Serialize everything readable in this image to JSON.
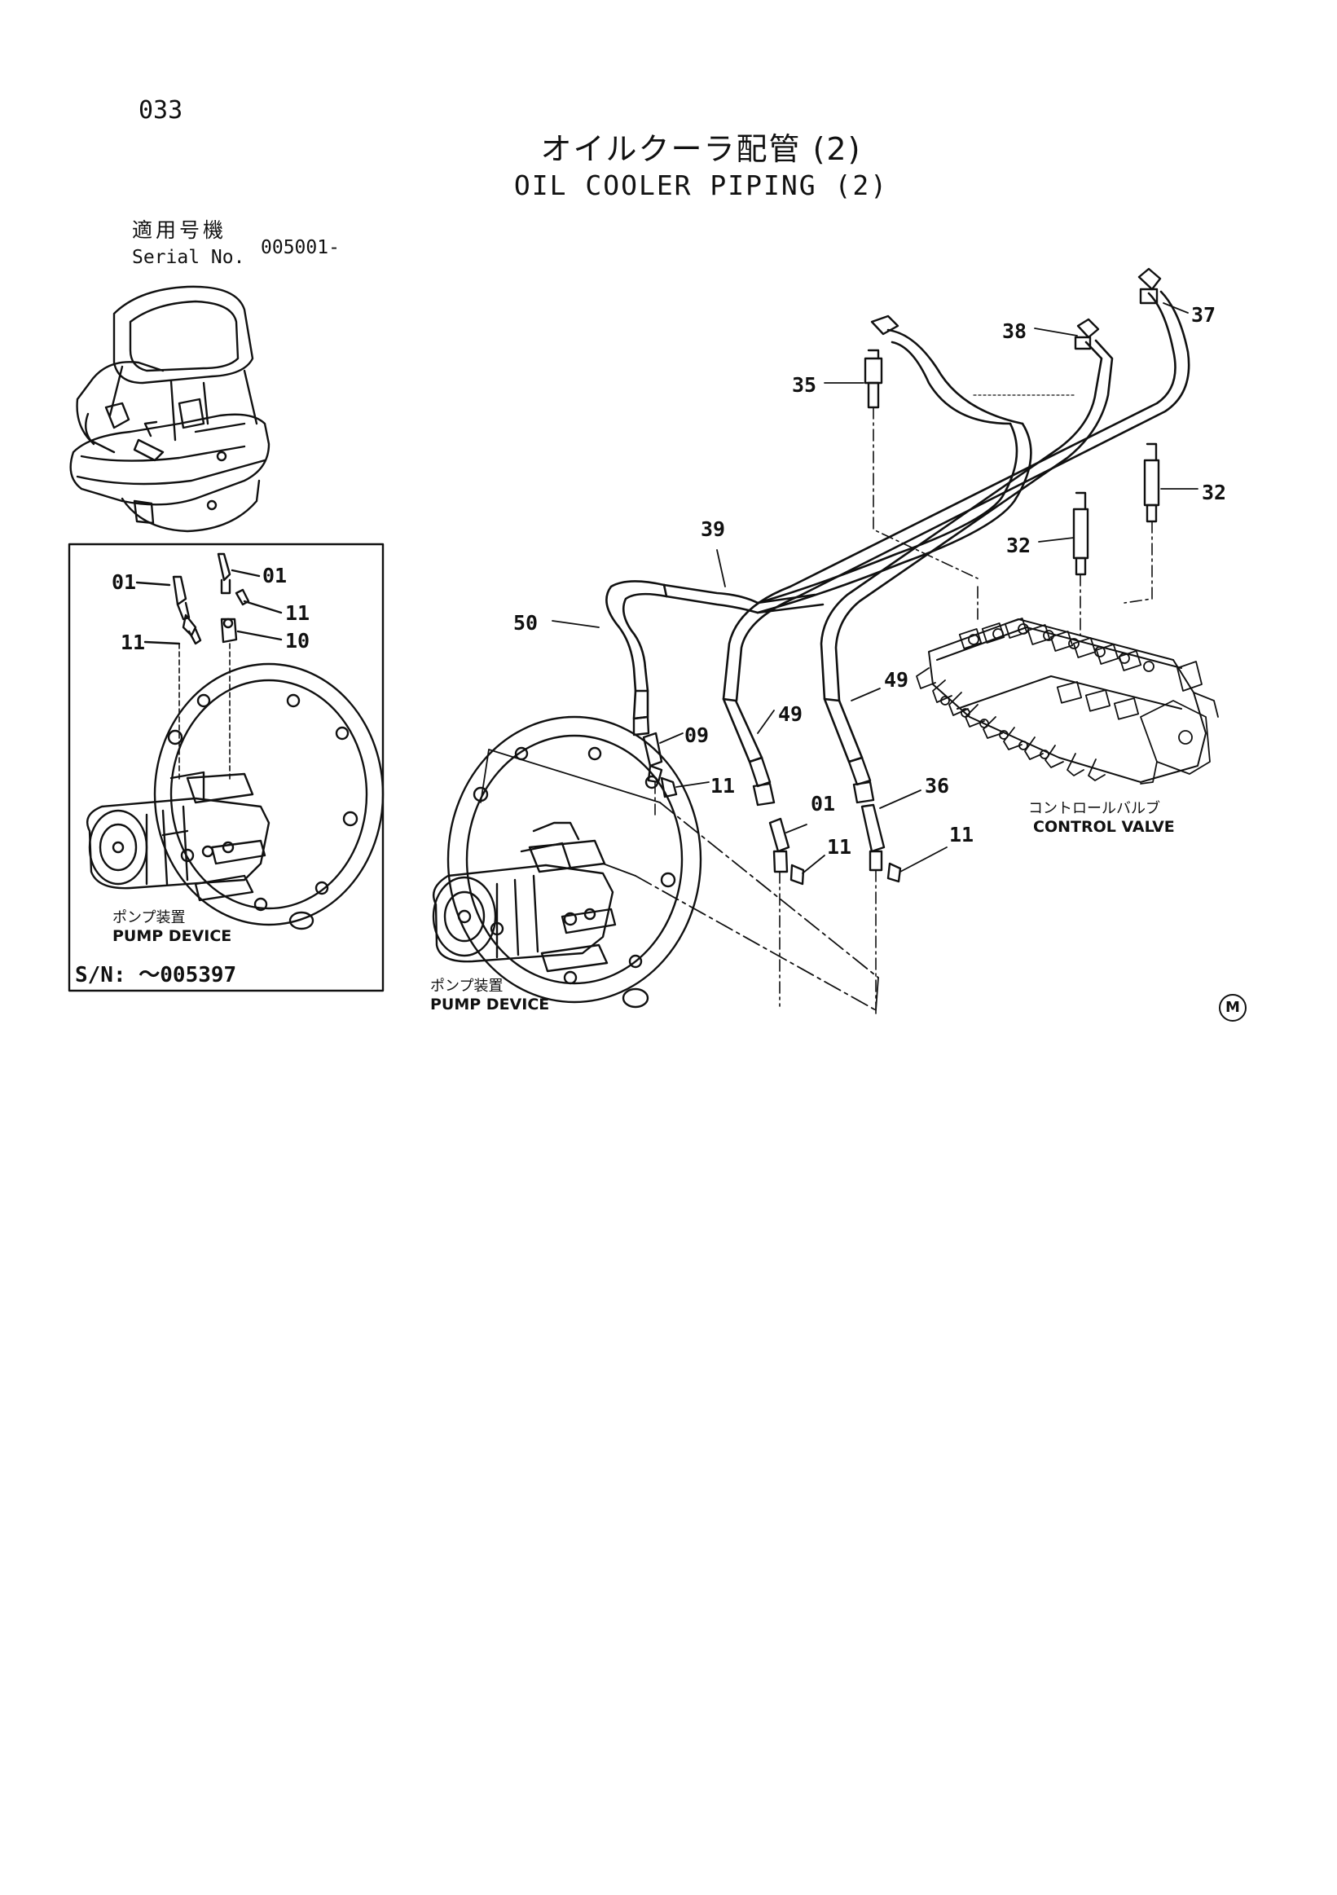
{
  "header": {
    "page_number": "033",
    "title_jp": "オイルクーラ配管 (2)",
    "title_en": "OIL COOLER PIPING (2)"
  },
  "serial": {
    "label_jp": "適用号機",
    "label_en": "Serial No.",
    "value": "005001-"
  },
  "inset": {
    "serial_range": "S/N: ～005397",
    "pump_caption_jp": "ポンプ装置",
    "pump_caption_en": "PUMP DEVICE",
    "callouts": [
      "01",
      "01",
      "11",
      "11",
      "10"
    ]
  },
  "main": {
    "pump_caption_jp": "ポンプ装置",
    "pump_caption_en": "PUMP DEVICE",
    "valve_caption_jp": "コントロールバルブ",
    "valve_caption_en": "CONTROL VALVE",
    "callouts": [
      "37",
      "38",
      "35",
      "32",
      "32",
      "39",
      "50",
      "49",
      "49",
      "09",
      "11",
      "01",
      "36",
      "11",
      "11"
    ]
  },
  "mark_symbol": "M"
}
